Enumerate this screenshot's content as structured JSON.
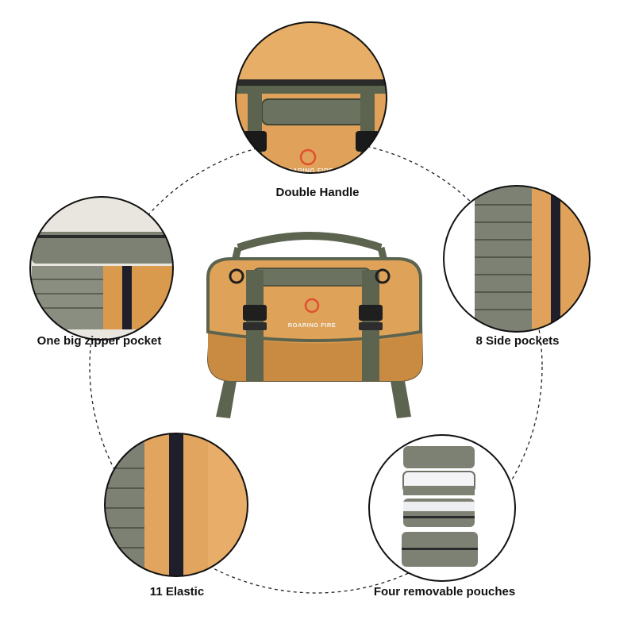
{
  "features": {
    "top": "Double Handle",
    "left": "One big zipper pocket",
    "right": "8 Side pockets",
    "bottom_left": "11 Elastic",
    "bottom_right": "Four removable pouches"
  },
  "brand": {
    "logo_text": "ROARING FIRE"
  },
  "colors": {
    "bag_tan": "#d99a4e",
    "strap_olive": "#5c6450",
    "pocket_grey": "#7d8173",
    "elastic_black": "#1e1f2a"
  }
}
